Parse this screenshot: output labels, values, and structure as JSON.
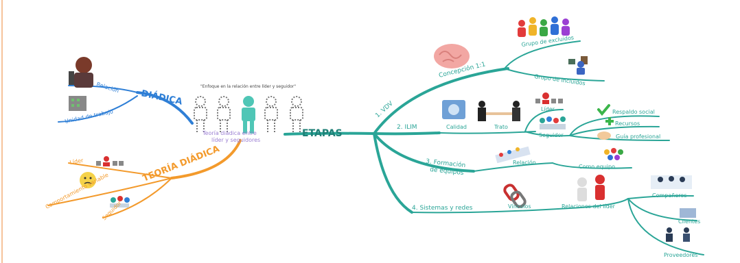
{
  "center": {
    "label": "ETAPAS",
    "quote": "\"Enfoque en la relación entre líder y seguidor\"",
    "caption_line1": "Teoría diádica entre",
    "caption_line2": "líder y seguidores"
  },
  "diadica": {
    "title": "DIÁDICA",
    "items": [
      "Relación",
      "Unidad de trabajo"
    ]
  },
  "teoria": {
    "title": "TEORÍA DIÁDICA",
    "items": [
      "Líder",
      "Comportamiento variable",
      "Seguidor"
    ]
  },
  "stages": {
    "s1": {
      "label": "1. VDV",
      "sub": "Concepción 1:1",
      "leaves": [
        "Grupo de excluidos",
        "Grupo de incluidos"
      ]
    },
    "s2": {
      "label": "2. ILIM",
      "quality": "Calidad",
      "trato": "Trato",
      "lider": "Líder",
      "seguidor": "Seguidor",
      "leaves": [
        "Respaldo social",
        "Recursos",
        "Guía profesional"
      ]
    },
    "s3": {
      "label_line1": "3. Formación",
      "label_line2": "de equipos",
      "relacion": "Relación",
      "como": "Como equipo"
    },
    "s4": {
      "label": "4. Sistemas y redes",
      "vinculos": "Vínculos",
      "relaciones": "Relaciones del líder",
      "leaves": [
        "Compañeros",
        "Clientes",
        "Proveedores"
      ]
    }
  },
  "colors": {
    "teal": "#2aa597",
    "blue": "#2f7fd6",
    "orange": "#f39a2c",
    "purple": "#9b7fd3",
    "brand_left": "#f6c39a"
  }
}
